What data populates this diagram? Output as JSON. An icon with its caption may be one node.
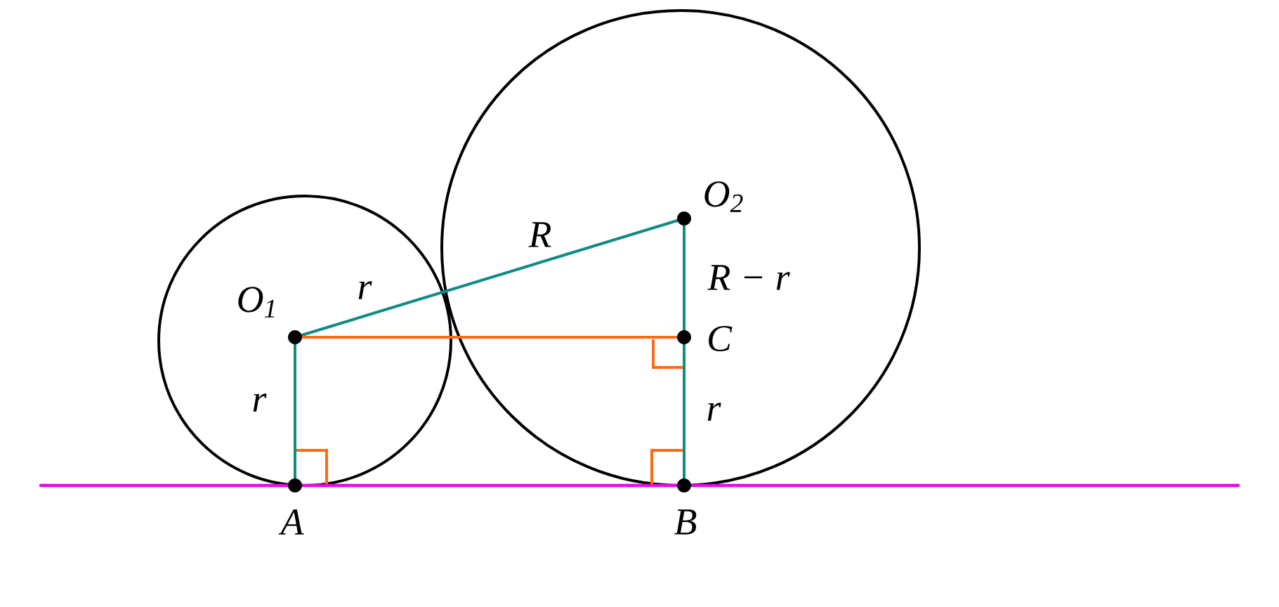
{
  "diagram": {
    "nodes": [
      {
        "text": [],
        "shape": "circle",
        "beside": [
          "O$_{2}$"
        ]
      },
      {
        "text": [],
        "shape": "circle",
        "beside": [
          "O$_{1}$"
        ]
      },
      {
        "text": [],
        "shape": "circle",
        "beside": [
          "C"
        ]
      },
      {
        "text": [],
        "shape": "circle",
        "beside": [
          "A"
        ]
      },
      {
        "text": [],
        "shape": "circle",
        "beside": [
          "B"
        ]
      }
    ],
    "edges": [
      {
        "from": 1,
        "to": 0,
        "arrow": "none"
      },
      {
        "from": 0,
        "to": 2,
        "arrow": "none",
        "label": "R − r"
      },
      {
        "from": 2,
        "to": 4,
        "arrow": "none",
        "label": "r"
      },
      {
        "from": 1,
        "to": 3,
        "arrow": "none",
        "label": "r"
      },
      {
        "from": 1,
        "to": 2,
        "arrow": "none",
        "color": "#ff6a13"
      }
    ],
    "labels": [
      "r",
      "R"
    ]
  }
}
